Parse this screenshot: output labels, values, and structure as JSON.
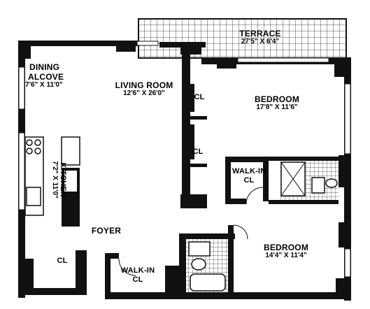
{
  "plan": {
    "terrace": {
      "name": "TERRACE",
      "dims": "27'5\" X 6'4\""
    },
    "dining": {
      "name1": "DINING",
      "name2": "ALCOVE",
      "dims": "7'6\" X 11'0\""
    },
    "living": {
      "name": "LIVING ROOM",
      "dims": "12'6\" X 26'0\""
    },
    "bedroom1": {
      "name": "BEDROOM",
      "dims": "17'8\" X 11'6\""
    },
    "kitchen": {
      "name": "KITCHEN",
      "dims": "7'2\" X 11'0\""
    },
    "walkin1": {
      "name": "WALK-IN",
      "sub": "CL"
    },
    "walkin2": {
      "name": "WALK-IN",
      "sub": "CL"
    },
    "foyer": {
      "name": "FOYER"
    },
    "bedroom2": {
      "name": "BEDROOM",
      "dims": "14'4\" X 11'4\""
    },
    "closets": {
      "cl1": "CL",
      "cl2": "CL",
      "cl3": "CL"
    }
  }
}
